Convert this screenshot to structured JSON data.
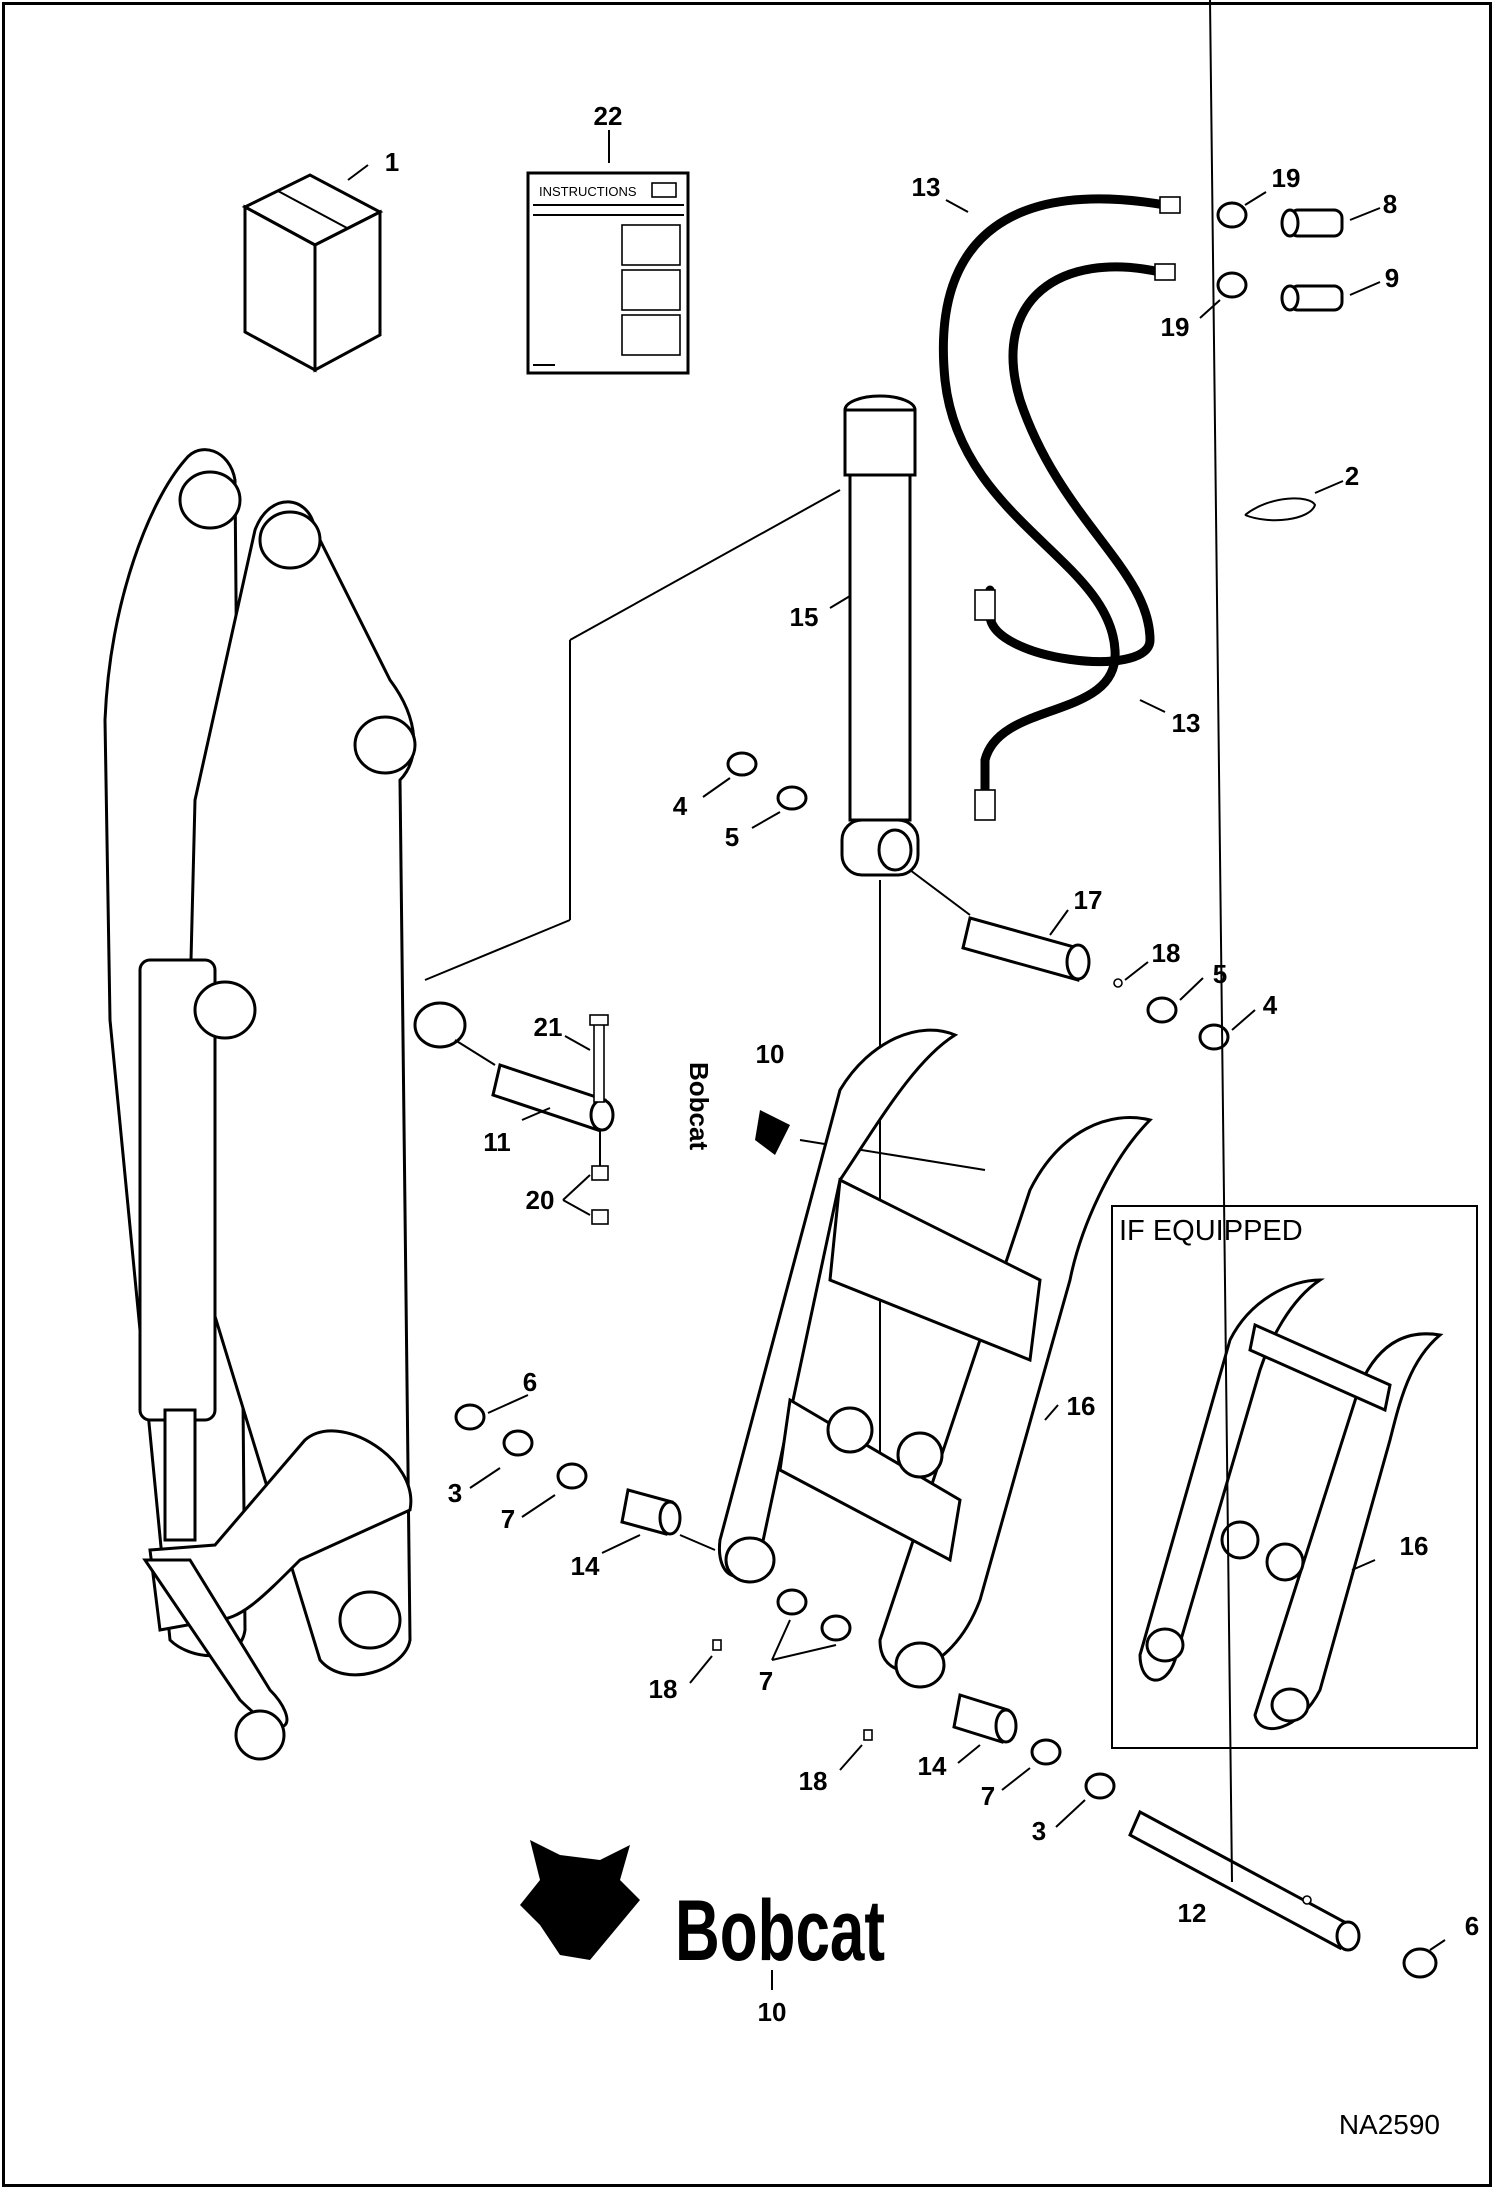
{
  "drawing": {
    "reference_number": "NA2590",
    "inset_title": "IF EQUIPPED",
    "instructions_label": "INSTRUCTIONS",
    "decal_text": "Bobcat",
    "brand_text": "Bobcat"
  },
  "callouts": [
    {
      "id": "c1",
      "text": "1"
    },
    {
      "id": "c22",
      "text": "22"
    },
    {
      "id": "c13a",
      "text": "13"
    },
    {
      "id": "c19a",
      "text": "19"
    },
    {
      "id": "c8",
      "text": "8"
    },
    {
      "id": "c9",
      "text": "9"
    },
    {
      "id": "c19b",
      "text": "19"
    },
    {
      "id": "c2",
      "text": "2"
    },
    {
      "id": "c15",
      "text": "15"
    },
    {
      "id": "c13b",
      "text": "13"
    },
    {
      "id": "c4a",
      "text": "4"
    },
    {
      "id": "c5a",
      "text": "5"
    },
    {
      "id": "c17",
      "text": "17"
    },
    {
      "id": "c18a",
      "text": "18"
    },
    {
      "id": "c5b",
      "text": "5"
    },
    {
      "id": "c4b",
      "text": "4"
    },
    {
      "id": "c21",
      "text": "21"
    },
    {
      "id": "c10a",
      "text": "10"
    },
    {
      "id": "c11",
      "text": "11"
    },
    {
      "id": "c20",
      "text": "20"
    },
    {
      "id": "c6a",
      "text": "6"
    },
    {
      "id": "c3a",
      "text": "3"
    },
    {
      "id": "c7a",
      "text": "7"
    },
    {
      "id": "c14a",
      "text": "14"
    },
    {
      "id": "c16a",
      "text": "16"
    },
    {
      "id": "c18b",
      "text": "18"
    },
    {
      "id": "c7b",
      "text": "7"
    },
    {
      "id": "c18c",
      "text": "18"
    },
    {
      "id": "c14b",
      "text": "14"
    },
    {
      "id": "c7c",
      "text": "7"
    },
    {
      "id": "c3b",
      "text": "3"
    },
    {
      "id": "c12",
      "text": "12"
    },
    {
      "id": "c6b",
      "text": "6"
    },
    {
      "id": "c10b",
      "text": "10"
    },
    {
      "id": "c16b",
      "text": "16"
    }
  ]
}
